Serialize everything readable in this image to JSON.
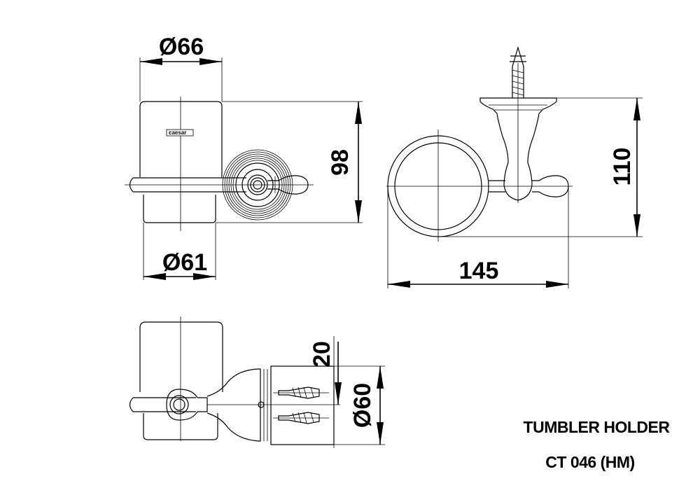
{
  "brand_mark": "caesar",
  "dimensions": {
    "top_diameter": "Ø66",
    "bottom_diameter": "Ø61",
    "height": "98",
    "depth": "145",
    "overall_height": "110",
    "plate_offset": "20",
    "plate_diameter": "Ø60"
  },
  "title_block": {
    "product_name": "TUMBLER HOLDER",
    "model_code": "CT 046 (HM)"
  }
}
